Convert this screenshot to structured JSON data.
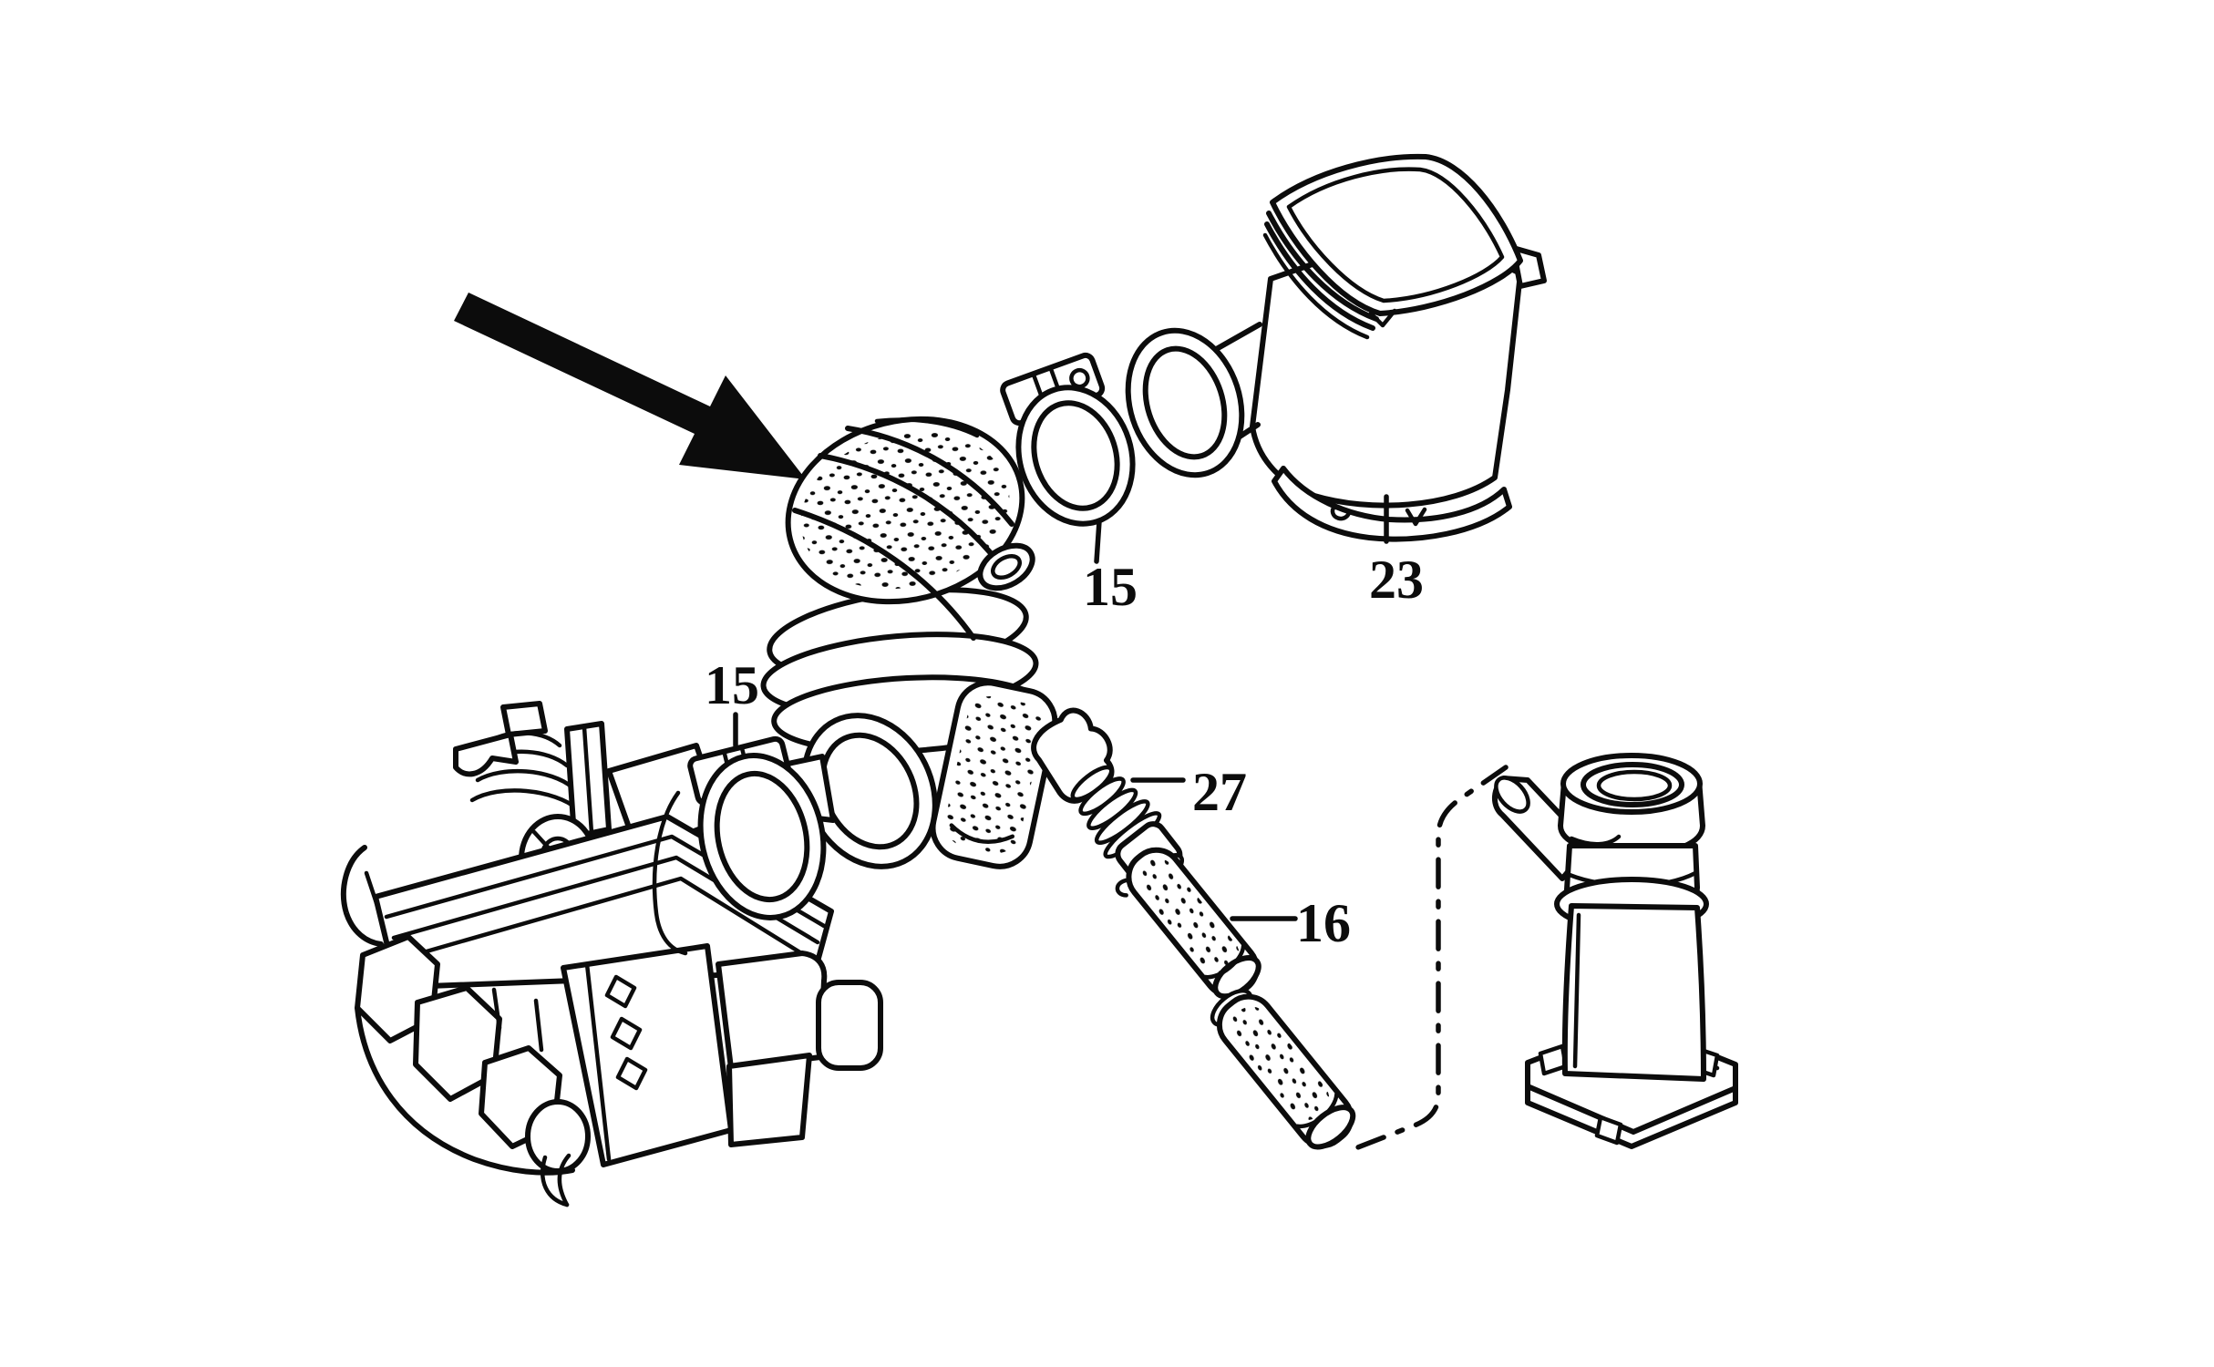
{
  "figure": {
    "kind": "exploded-parts-diagram",
    "background_color": "#ffffff",
    "ink_color": "#0c0c0c",
    "pointer_icon": "arrow-down-right",
    "callouts": [
      {
        "id": "clamp-upper",
        "label": "15"
      },
      {
        "id": "air-cleaner",
        "label": "23"
      },
      {
        "id": "clamp-lower",
        "label": "15"
      },
      {
        "id": "damper-27",
        "label": "27"
      },
      {
        "id": "hose-16",
        "label": "16"
      }
    ]
  }
}
